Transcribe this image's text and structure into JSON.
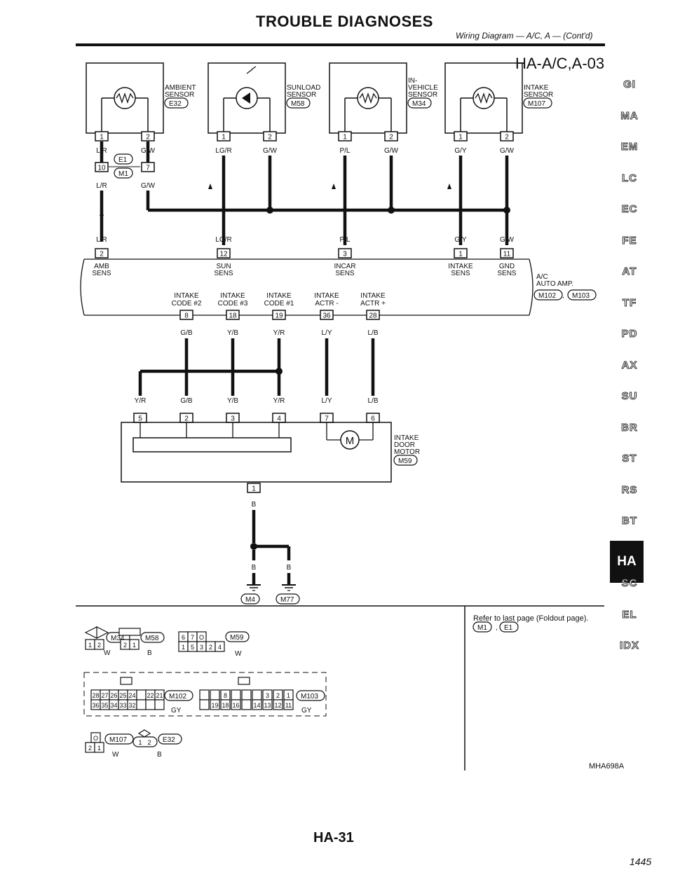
{
  "header": {
    "title": "TROUBLE DIAGNOSES",
    "subtitle": "Wiring Diagram — A/C, A — (Cont'd)"
  },
  "diagram_id": "HA-A/C,A-03",
  "sensors": [
    {
      "name_lines": [
        "AMBIENT",
        "SENSOR"
      ],
      "connector": "E32",
      "pins": [
        "1",
        "2"
      ],
      "wires": [
        "L/R",
        "G/W"
      ]
    },
    {
      "name_lines": [
        "SUNLOAD",
        "SENSOR"
      ],
      "connector": "M58",
      "pins": [
        "1",
        "2"
      ],
      "wires": [
        "LG/R",
        "G/W"
      ]
    },
    {
      "name_lines": [
        "IN-",
        "VEHICLE",
        "SENSOR"
      ],
      "connector": "M34",
      "pins": [
        "1",
        "2"
      ],
      "wires": [
        "P/L",
        "G/W"
      ]
    },
    {
      "name_lines": [
        "INTAKE",
        "SENSOR"
      ],
      "connector": "M107",
      "pins": [
        "1",
        "2"
      ],
      "wires": [
        "G/Y",
        "G/W"
      ]
    }
  ],
  "joint_connector": {
    "codes": [
      "E1",
      "M1"
    ],
    "pins": [
      "10",
      "7"
    ],
    "wires": [
      "L/R",
      "G/W"
    ]
  },
  "amp_upper_wires": [
    "L/R",
    "LG/R",
    "P/L",
    "G/Y",
    "G/W"
  ],
  "amp_upper_pins": [
    "2",
    "12",
    "3",
    "1",
    "11"
  ],
  "amp_upper_labels": [
    [
      "AMB",
      "SENS"
    ],
    [
      "SUN",
      "SENS"
    ],
    [
      "INCAR",
      "SENS"
    ],
    [
      "INTAKE",
      "SENS"
    ],
    [
      "GND",
      "SENS"
    ]
  ],
  "amp": {
    "name_lines": [
      "A/C",
      "AUTO AMP."
    ],
    "connectors": [
      "M102",
      "M103"
    ]
  },
  "amp_lower_labels": [
    [
      "INTAKE",
      "CODE #2"
    ],
    [
      "INTAKE",
      "CODE #3"
    ],
    [
      "INTAKE",
      "CODE #1"
    ],
    [
      "INTAKE",
      "ACTR -"
    ],
    [
      "INTAKE",
      "ACTR +"
    ]
  ],
  "amp_lower_pins": [
    "8",
    "18",
    "19",
    "36",
    "28"
  ],
  "amp_lower_wires": [
    "G/B",
    "Y/B",
    "Y/R",
    "L/Y",
    "L/B"
  ],
  "motor": {
    "name_lines": [
      "INTAKE",
      "DOOR",
      "MOTOR"
    ],
    "connector": "M59",
    "symbol": "M",
    "pin_wires": [
      "Y/R",
      "G/B",
      "Y/B",
      "Y/R",
      "L/Y",
      "L/B"
    ],
    "pins": [
      "5",
      "2",
      "3",
      "4",
      "7",
      "6"
    ],
    "ground_pin": "1",
    "ground_wire": "B"
  },
  "grounds": {
    "wires": [
      "B",
      "B"
    ],
    "codes": [
      "M4",
      "M77"
    ]
  },
  "connector_views": [
    {
      "code": "M34",
      "color": "W",
      "pins": [
        "1",
        "2"
      ]
    },
    {
      "code": "M58",
      "color": "B",
      "pins": [
        "2",
        "1"
      ]
    },
    {
      "code": "M59",
      "color": "W",
      "pins_top": [
        "6",
        "7",
        "O"
      ],
      "pins_bottom": [
        "1",
        "5",
        "3",
        "2",
        "4"
      ]
    },
    {
      "code": "M102",
      "color": "GY",
      "pins_top": [
        "28",
        "27",
        "26",
        "25",
        "24",
        "",
        "22",
        "21"
      ],
      "pins_bottom": [
        "36",
        "35",
        "34",
        "33",
        "32",
        "",
        "",
        ""
      ]
    },
    {
      "code": "M103",
      "color": "GY",
      "pins_top": [
        "",
        "",
        "8",
        "",
        "",
        "",
        "3",
        "2",
        "1"
      ],
      "pins_bottom": [
        "",
        "19",
        "18",
        "16",
        "",
        "14",
        "13",
        "12",
        "11"
      ]
    },
    {
      "code": "M107",
      "color": "W",
      "pins_top": [
        "O"
      ],
      "pins_bottom": [
        "2",
        "1"
      ]
    },
    {
      "code": "E32",
      "color": "B",
      "pins": [
        "1",
        "2"
      ]
    }
  ],
  "refer": {
    "text": "Refer to last page (Foldout page).",
    "codes": [
      "M1",
      "E1"
    ]
  },
  "figure_code": "MHA698A",
  "side_tabs": [
    "GI",
    "MA",
    "EM",
    "LC",
    "EC",
    "FE",
    "AT",
    "TF",
    "PD",
    "AX",
    "SU",
    "BR",
    "ST",
    "RS",
    "BT",
    "HA",
    "SC",
    "EL",
    "IDX"
  ],
  "active_tab": "HA",
  "page_number": "HA-31",
  "corner_number": "1445"
}
